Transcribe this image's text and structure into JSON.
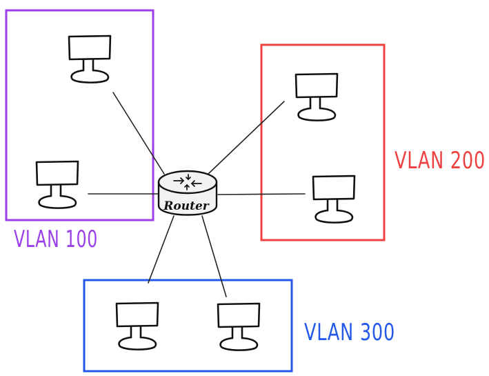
{
  "router": {
    "label": "Router"
  },
  "vlans": [
    {
      "id": "vlan-100",
      "label": "VLAN 100",
      "color": "#9b3fe8"
    },
    {
      "id": "vlan-200",
      "label": "VLAN 200",
      "color": "#ee4040"
    },
    {
      "id": "vlan-300",
      "label": "VLAN 300",
      "color": "#2358e8"
    }
  ],
  "colors": {
    "ink": "#111111",
    "router_fill": "#f2f2f2"
  },
  "icons": {
    "computer": "monitor-icon",
    "router": "router-icon"
  }
}
